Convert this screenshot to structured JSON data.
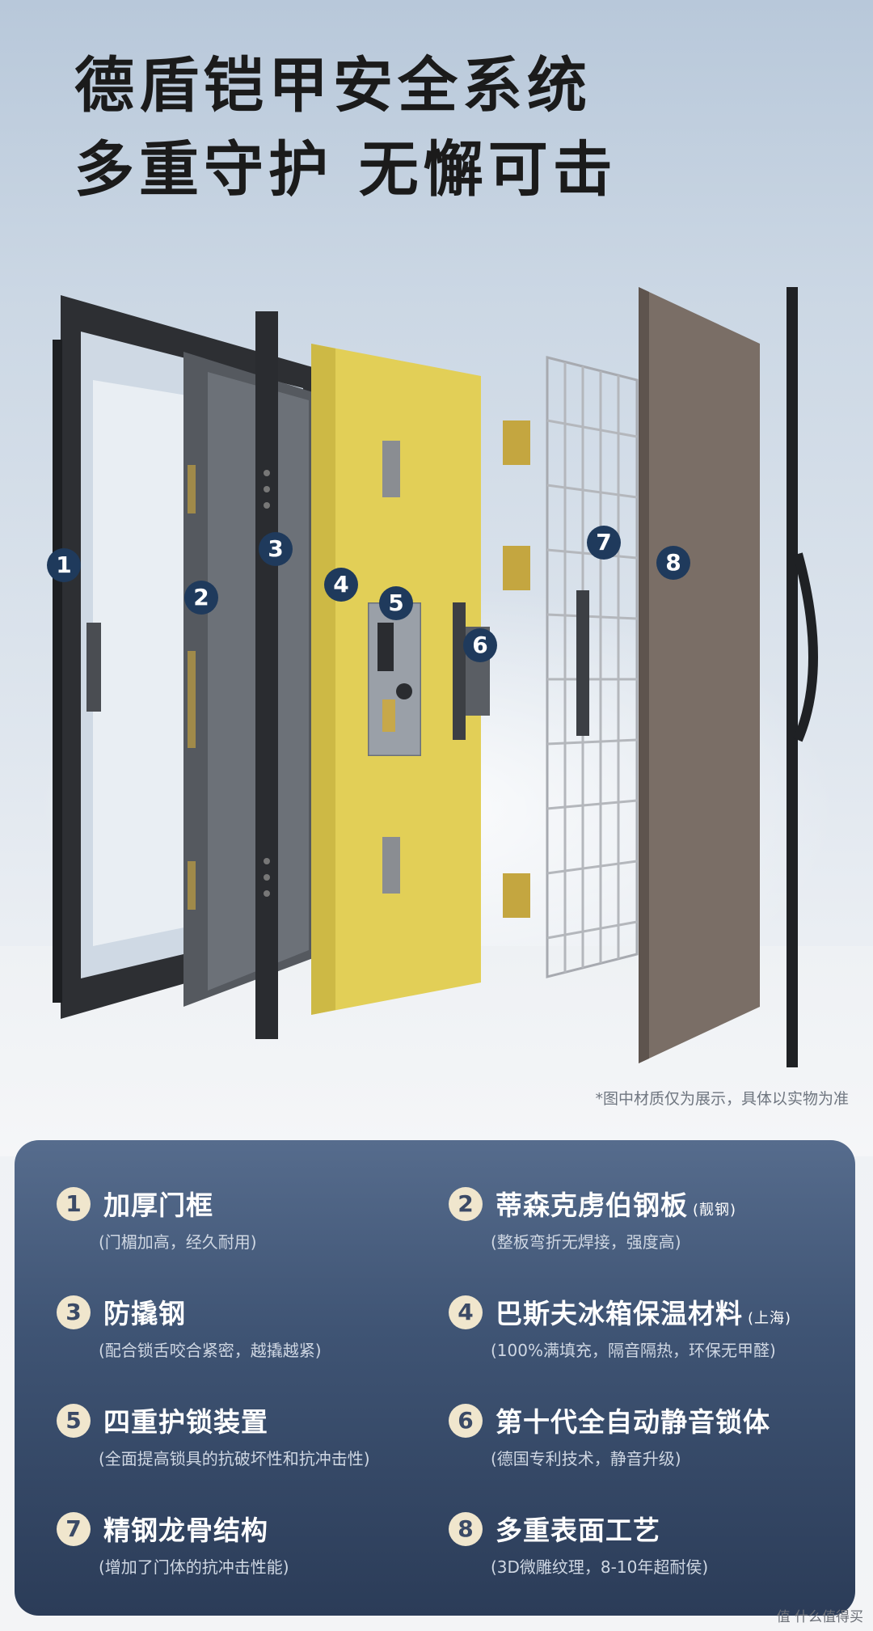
{
  "headline": {
    "line1": "德盾铠甲安全系统",
    "line2": "多重守护 无懈可击"
  },
  "diagram_markers": [
    "1",
    "2",
    "3",
    "4",
    "5",
    "6",
    "7",
    "8"
  ],
  "disclaimer": "*图中材质仅为展示，具体以实物为准",
  "features": [
    {
      "num": "1",
      "title": "加厚门框",
      "note": "",
      "desc": "(门楣加高，经久耐用)"
    },
    {
      "num": "2",
      "title": "蒂森克虏伯钢板",
      "note": "(靓钢)",
      "desc": "(整板弯折无焊接，强度高)"
    },
    {
      "num": "3",
      "title": "防撬钢",
      "note": "",
      "desc": "(配合锁舌咬合紧密，越撬越紧)"
    },
    {
      "num": "4",
      "title": "巴斯夫冰箱保温材料",
      "note": "(上海)",
      "desc": "(100%满填充，隔音隔热，环保无甲醛)"
    },
    {
      "num": "5",
      "title": "四重护锁装置",
      "note": "",
      "desc": "(全面提高锁具的抗破坏性和抗冲击性)"
    },
    {
      "num": "6",
      "title": "第十代全自动静音锁体",
      "note": "",
      "desc": "(德国专利技术，静音升级)"
    },
    {
      "num": "7",
      "title": "精钢龙骨结构",
      "note": "",
      "desc": "(增加了门体的抗冲击性能)"
    },
    {
      "num": "8",
      "title": "多重表面工艺",
      "note": "",
      "desc": "(3D微雕纹理，8-10年超耐侯)"
    }
  ],
  "watermark": "值 什么值得买",
  "colors": {
    "card_top": "#566c8d",
    "card_bottom": "#2b3c58",
    "marker_fill": "#1f3a5c",
    "badge_fill": "#f0e6cd",
    "foam_yellow": "#e2cf57",
    "panel_brown": "#7a6e66"
  }
}
